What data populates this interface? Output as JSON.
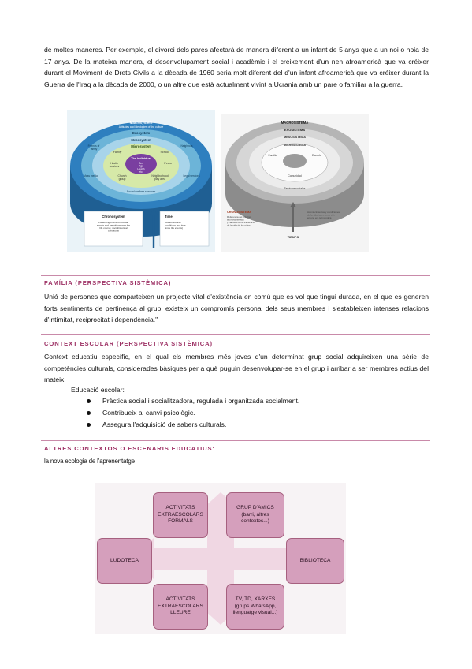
{
  "intro_paragraph": "de moltes maneres. Per exemple, el divorci dels pares afectarà de manera diferent a un infant de 5 anys que a un noi o noia de 17 anys. De la mateixa manera, el desenvolupament social i acadèmic i el creixement d'un nen afroamericà que va créixer durant el Moviment de Drets Civils a la dècada de 1960 seria molt diferent del d'un infant afroamericà que va créixer durant la Guerra de l'Iraq a la dècada de 2000, o un altre que està actualment vivint a Ucrania amb un pare o familiar a la guerra.",
  "ecological_model_color": {
    "labels": {
      "macrosystem": "Macrosystem",
      "macro_sub": "Attitudes and ideologies of the culture",
      "exosystem": "Exosystem",
      "mesosystem": "Mesosystem",
      "microsystem": "Microsystem",
      "individual": "The individual",
      "individual_sub": "Sex\nAge\nHealth\netc.",
      "family": "Family",
      "school": "School",
      "health": "Health\nservices",
      "peers": "Peers",
      "church": "Church\ngroup",
      "neighborhood": "Neighborhood\nplay area",
      "social_welfare": "Social welfare services",
      "friends": "Friends of\nfamily",
      "neighbors": "Neighbors",
      "mass_media": "Mass media",
      "legal": "Legal services",
      "chronosystem_title": "Chronosystem",
      "chronosystem_text": "Patterning of environmental\nevents and transitions over the\nlife course; sociohistorical\nconditions",
      "time_title": "Time",
      "time_text": "(sociohistorical\nconditions and time\nsince life events)"
    },
    "colors": {
      "outer": "#2e7fbf",
      "exo": "#6cb4d8",
      "meso": "#a8d4ea",
      "micro": "#d6e9a8",
      "center": "#7a3fa0"
    }
  },
  "ecological_model_gray": {
    "labels": {
      "macro": "MACROSISTEMA",
      "exo": "EXOSISTEMA",
      "meso": "MESOSISTEMA",
      "micro": "MICROSISTEMA",
      "chrono_title": "CRONOSISTEMA",
      "chrono_text": "Referencia del entorno,\nacontecimientos\ny cambios en el transcurso\nde la vida de los niños",
      "right_text": "Acontecimientos y condiciones\nde la vida, tales como vivir\nen una era tecnológica",
      "time": "TIEMPO",
      "family": "Familia",
      "school": "Escuela",
      "community": "Comunidad",
      "services": "Servicios sociales"
    }
  },
  "sections": [
    {
      "title": "FAMÍLIA (PERSPECTIVA SISTÈMICA)",
      "text": "Unió de persones que comparteixen un projecte vital d'existència en comú que es vol que tingui durada, en el que es generen forts sentiments de pertinença al grup, existeix un compromís personal dels seus membres i s'estableixen intenses relacions d'intimitat, reciprocitat i dependència.\""
    },
    {
      "title": "CONTEXT ESCOLAR (PERSPECTIVA SISTÈMICA)",
      "text": "Context educatiu específic, en el qual els membres més joves d'un determinat grup social adquireixen una sèrie de competències culturals, considerades bàsiques per a què puguin desenvolupar-se en el grup i arribar a ser membres actius del mateix.",
      "subheading": "Educació escolar:",
      "bullets": [
        "Pràctica social i socialitzadora, regulada i organitzada socialment.",
        "Contribueix al canvi psicològic.",
        "Assegura l'adquisició de sabers culturals."
      ]
    },
    {
      "title": "ALTRES CONTEXTOS O ESCENARIS EDUCATIUS:",
      "subtitle": "la nova ecologia de l'aprenentatge"
    }
  ],
  "new_ecology": {
    "boxes": [
      "ACTIVITATS EXTRAESCOLARS FORMALS",
      "GRUP D'AMICS (barri, altres contextos...)",
      "LUDOTECA",
      "BIBLIOTECA",
      "ACTIVITATS EXTRAESCOLARS LLEURE",
      "TV, TD, XARXES (grups WhatsApp, llenguatge visual...)"
    ],
    "colors": {
      "box": "#d59fbc",
      "arrow": "#f0d7e3",
      "background": "#f7f3f5"
    }
  }
}
